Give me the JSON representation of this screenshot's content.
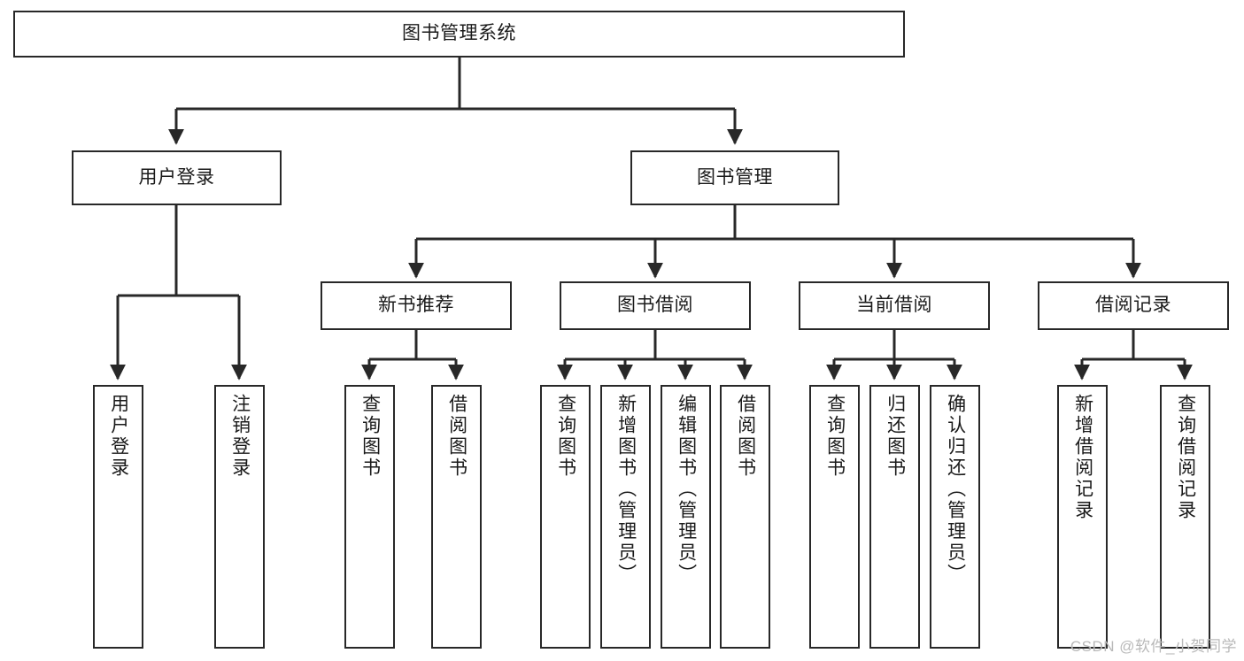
{
  "diagram": {
    "title_box": {
      "label": "图书管理系统"
    },
    "level2": [
      {
        "key": "user_login",
        "label": "用户登录"
      },
      {
        "key": "book_manage",
        "label": "图书管理"
      }
    ],
    "level3": [
      {
        "key": "new_book_rec",
        "label": "新书推荐"
      },
      {
        "key": "book_borrow",
        "label": "图书借阅"
      },
      {
        "key": "current_borrow",
        "label": "当前借阅"
      },
      {
        "key": "borrow_record",
        "label": "借阅记录"
      }
    ],
    "leaves": {
      "user_login": [
        {
          "key": "leaf-user-login",
          "label": "用户登录"
        },
        {
          "key": "leaf-logout",
          "label": "注销登录"
        }
      ],
      "new_book_rec": [
        {
          "key": "leaf-query-book-1",
          "label": "查询图书"
        },
        {
          "key": "leaf-borrow-book-1",
          "label": "借阅图书"
        }
      ],
      "book_borrow": [
        {
          "key": "leaf-query-book-2",
          "label": "查询图书"
        },
        {
          "key": "leaf-add-book",
          "label": "新增图书（管理员）"
        },
        {
          "key": "leaf-edit-book",
          "label": "编辑图书（管理员）"
        },
        {
          "key": "leaf-borrow-book-2",
          "label": "借阅图书"
        }
      ],
      "current_borrow": [
        {
          "key": "leaf-query-book-3",
          "label": "查询图书"
        },
        {
          "key": "leaf-return-book",
          "label": "归还图书"
        },
        {
          "key": "leaf-confirm-return",
          "label": "确认归还（管理员）"
        }
      ],
      "borrow_record": [
        {
          "key": "leaf-add-record",
          "label": "新增借阅记录"
        },
        {
          "key": "leaf-query-record",
          "label": "查询借阅记录"
        }
      ]
    },
    "watermark": "CSDN @软件_小贺同学",
    "colors": {
      "stroke": "#282828",
      "fill": "#ffffff",
      "text": "#1a1a1a",
      "watermark": "#b9b9b9"
    }
  }
}
